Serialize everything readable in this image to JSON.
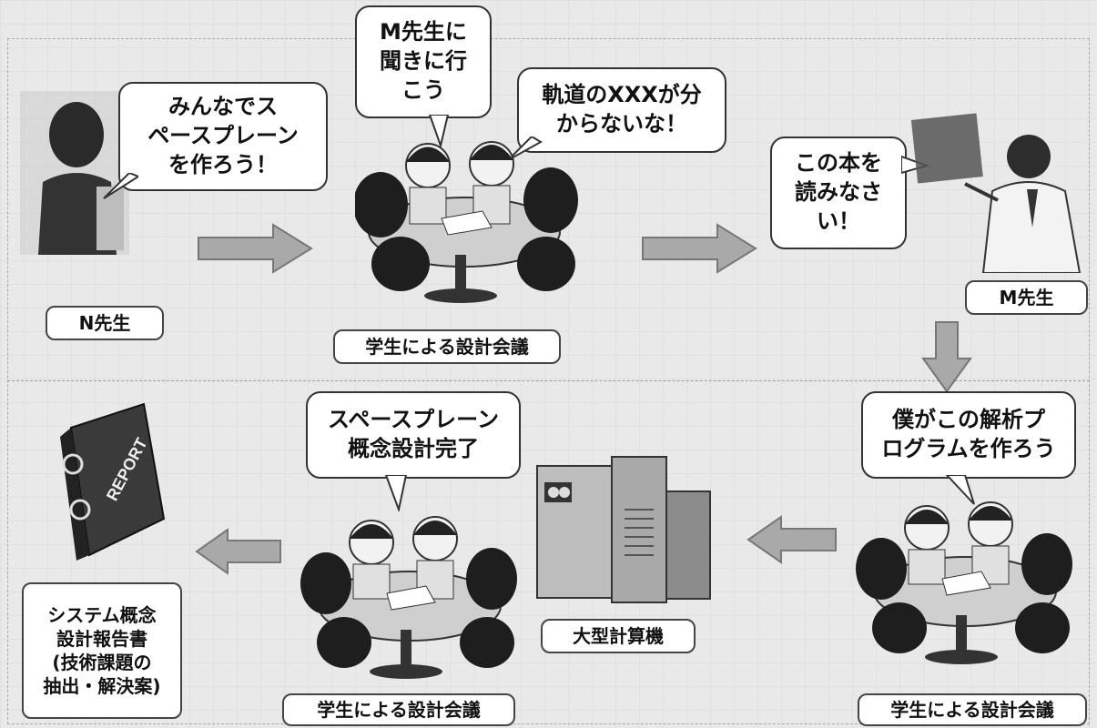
{
  "bubbles": {
    "n_teacher": "みんなでス\nペースプレーン\nを作ろう！",
    "go_ask_m": "M先生に\n聞きに行\nこう",
    "orbit_unknown": "軌道のXXXが分\nからないな！",
    "read_book": "この本を\n読みなさ\nい！",
    "make_program": "僕がこの解析プ\nログラムを作ろう",
    "design_complete": "スペースプレーン\n概念設計完了"
  },
  "labels": {
    "n_teacher": "N先生",
    "m_teacher": "M先生",
    "meeting_top": "学生による設計会議",
    "meeting_bottom_right": "学生による設計会議",
    "meeting_bottom_mid": "学生による設計会議",
    "computer": "大型計算機",
    "report": "システム概念\n設計報告書\n(技術課題の\n抽出・解決案)"
  },
  "report_cover_text": "REPORT",
  "colors": {
    "arrow_fill": "#a9a9a9",
    "arrow_stroke": "#777777",
    "bubble_border": "#333333",
    "background": "#e9e9e9"
  }
}
